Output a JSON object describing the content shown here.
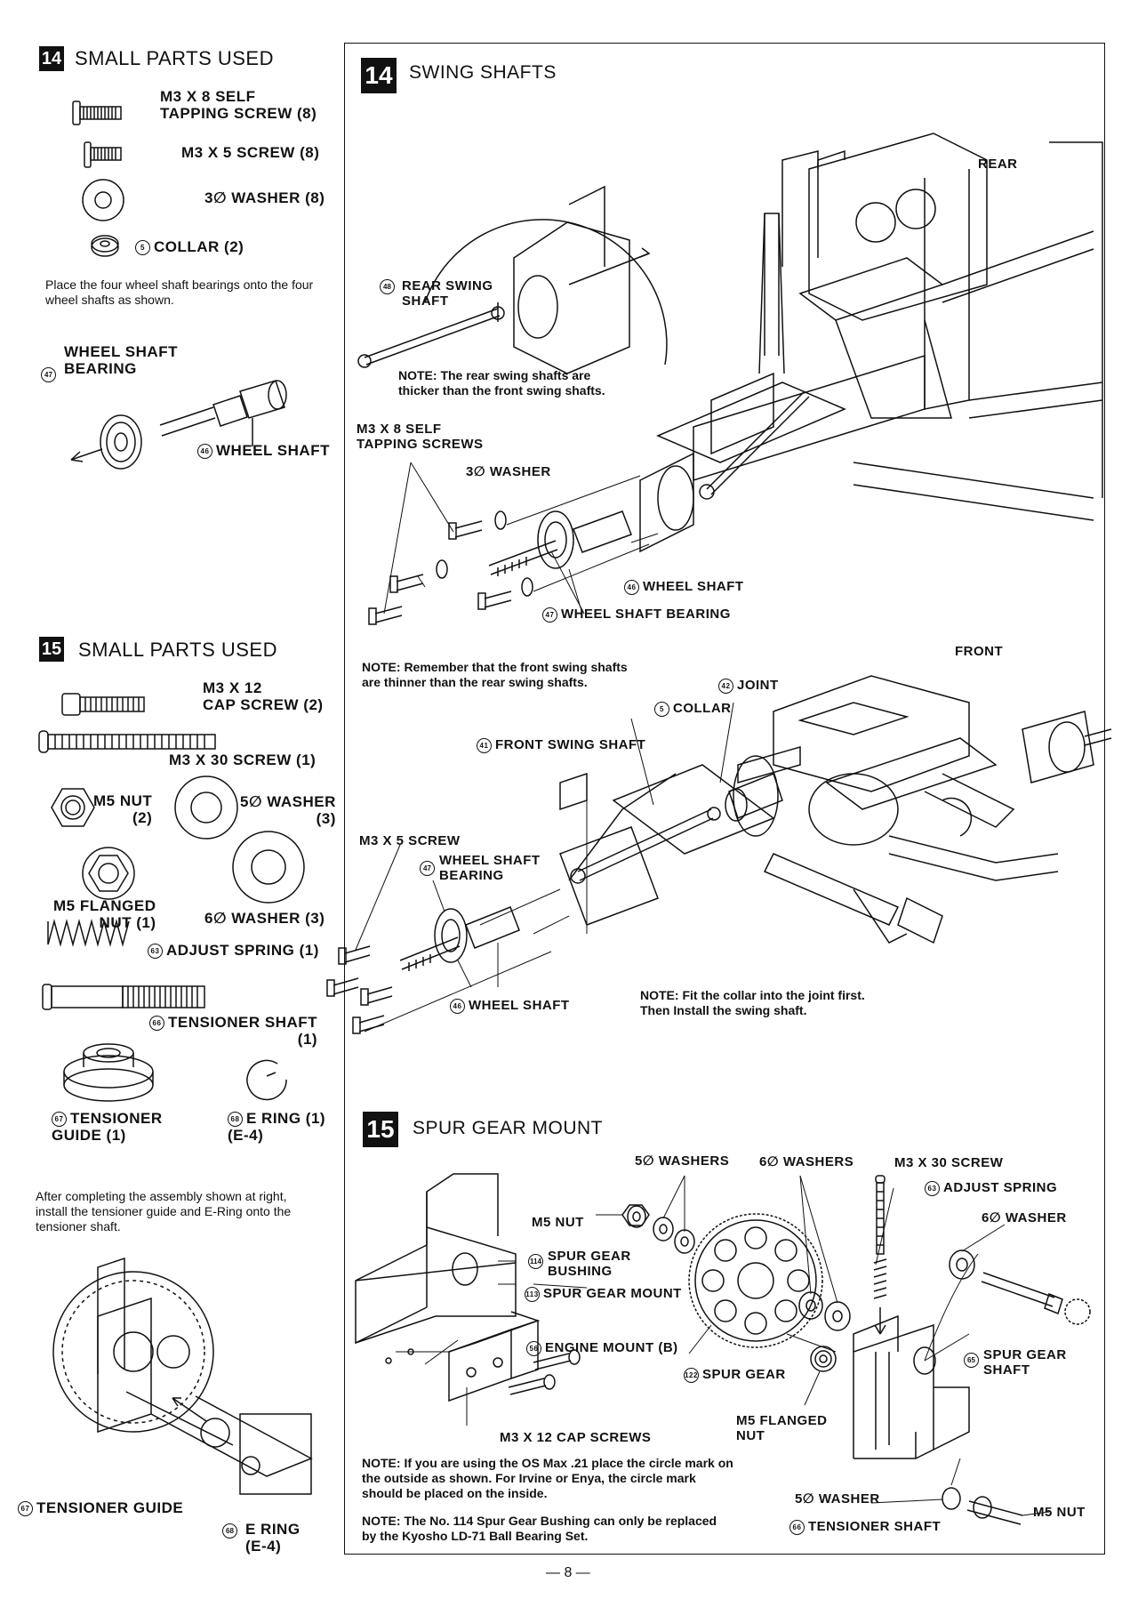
{
  "left": {
    "step14": {
      "number": "14",
      "title": "SMALL PARTS USED",
      "parts": [
        {
          "label": "M3 X 8 SELF\nTAPPING SCREW (8)"
        },
        {
          "label": "M3 X 5 SCREW (8)"
        },
        {
          "label": "3∅ WASHER (8)"
        },
        {
          "label": "COLLAR (2)",
          "num": "5"
        }
      ],
      "instruction": "Place the four wheel shaft bearings onto the four wheel shafts as shown.",
      "bearing_label": "WHEEL SHAFT\nBEARING",
      "bearing_num": "47",
      "shaft_label": "WHEEL SHAFT",
      "shaft_num": "46"
    },
    "step15": {
      "number": "15",
      "title": "SMALL PARTS USED",
      "parts": {
        "cap_screw": "M3 X 12\nCAP SCREW (2)",
        "screw30": "M3 X 30 SCREW (1)",
        "m5_nut": "M5 NUT\n(2)",
        "washer5": "5∅ WASHER\n(3)",
        "flanged_nut": "M5 FLANGED\nNUT (1)",
        "washer6": "6∅ WASHER (3)",
        "adjust_spring": "ADJUST SPRING (1)",
        "adjust_spring_num": "63",
        "tensioner_shaft": "TENSIONER SHAFT\n(1)",
        "tensioner_shaft_num": "66",
        "tensioner_guide": "TENSIONER\nGUIDE (1)",
        "tensioner_guide_num": "67",
        "e_ring": "E RING (1)\n(E-4)",
        "e_ring_num": "68"
      },
      "instruction": "After completing the assembly shown at right, install the tensioner guide and E-Ring onto the tensioner shaft.",
      "guide_label": "TENSIONER GUIDE",
      "guide_num": "67",
      "ering_label": "E RING\n(E-4)",
      "ering_num": "68"
    }
  },
  "right": {
    "swing": {
      "number": "14",
      "title": "SWING SHAFTS",
      "rear": "REAR",
      "rear_swing_shaft": "REAR SWING\nSHAFT",
      "rear_swing_num": "48",
      "note_rear": "NOTE: The rear swing shafts are thicker than the front swing shafts.",
      "tapping_screws": "M3 X 8 SELF\nTAPPING SCREWS",
      "washer": "3∅ WASHER",
      "wheel_shaft": "WHEEL SHAFT",
      "wheel_shaft_num": "46",
      "wheel_bearing": "WHEEL SHAFT BEARING",
      "wheel_bearing_num": "47",
      "front": "FRONT",
      "note_front": "NOTE: Remember that the front swing shafts are thinner than the rear swing shafts.",
      "joint": "JOINT",
      "joint_num": "42",
      "collar": "COLLAR",
      "collar_num": "5",
      "front_swing": "FRONT SWING SHAFT",
      "front_swing_num": "41",
      "m3x5": "M3 X 5 SCREW",
      "fr_bearing": "WHEEL SHAFT\nBEARING",
      "fr_bearing_num": "47",
      "fr_wheel_shaft": "WHEEL SHAFT",
      "fr_wheel_shaft_num": "46",
      "note_collar": "NOTE: Fit the collar into the joint first.\nThen Install the swing shaft."
    },
    "spur": {
      "number": "15",
      "title": "SPUR GEAR MOUNT",
      "washers5": "5∅ WASHERS",
      "washers6": "6∅ WASHERS",
      "screw30": "M3 X 30 SCREW",
      "adjust_spring": "ADJUST SPRING",
      "adjust_spring_num": "63",
      "washer6": "6∅ WASHER",
      "m5_nut": "M5 NUT",
      "bushing": "SPUR GEAR\nBUSHING",
      "bushing_num": "114",
      "mount": "SPUR GEAR MOUNT",
      "mount_num": "113",
      "engine_mount": "ENGINE MOUNT (B)",
      "engine_mount_num": "56",
      "spur_gear": "SPUR GEAR",
      "spur_gear_num": "122",
      "spur_shaft": "SPUR GEAR\nSHAFT",
      "spur_shaft_num": "65",
      "flanged_nut": "M5 FLANGED\nNUT",
      "cap_screws": "M3 X 12 CAP SCREWS",
      "note_os": "NOTE: If you are using the OS Max .21 place the circle mark on the outside as shown. For Irvine or Enya, the circle mark should be placed on the inside.",
      "note_bushing": "NOTE: The No. 114 Spur Gear Bushing can only be replaced by the Kyosho LD-71 Ball Bearing Set.",
      "washer5": "5∅ WASHER",
      "m5_nut_bottom": "M5 NUT",
      "tensioner_shaft": "TENSIONER SHAFT",
      "tensioner_shaft_num": "66"
    }
  },
  "page_number": "— 8 —"
}
